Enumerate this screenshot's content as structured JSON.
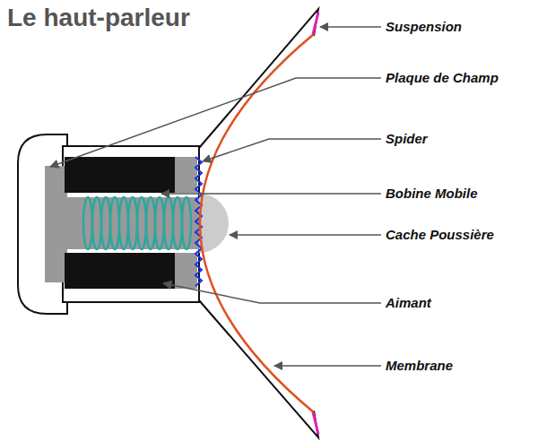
{
  "diagram": {
    "title": "Le haut-parleur",
    "labels": [
      "Suspension",
      "Plaque de Champ",
      "Spider",
      "Bobine Mobile",
      "Cache Poussière",
      "Aimant",
      "Membrane"
    ]
  }
}
